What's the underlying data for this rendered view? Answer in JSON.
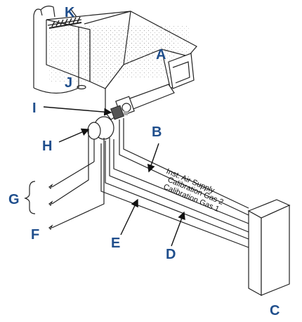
{
  "callouts": {
    "A": "A",
    "B": "B",
    "C": "C",
    "D": "D",
    "E": "E",
    "F": "F",
    "G": "G",
    "H": "H",
    "I": "I",
    "J": "J",
    "K": "K"
  },
  "line_labels": {
    "inst_air_supply": "Inst. Air Supply",
    "calibration_gas_2": "Calibration Gas 2",
    "calibration_gas_1": "Calibration Gas 1"
  },
  "colors": {
    "callout": "#1f4e8c",
    "line": "#222222"
  }
}
